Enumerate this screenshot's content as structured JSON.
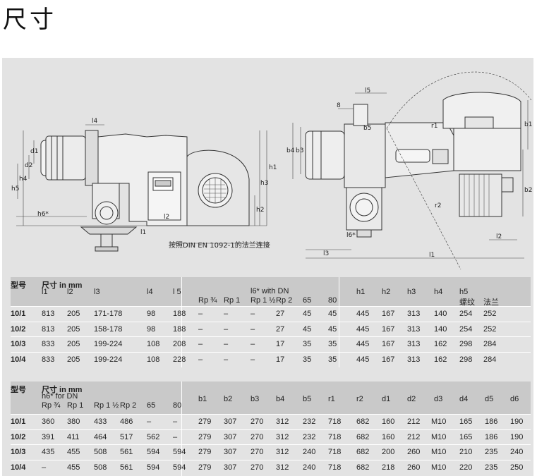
{
  "title": "尺寸",
  "drawing": {
    "flange_note": "按照DIN EN 1092-1的法兰连接",
    "labels_left": [
      "l4",
      "d1",
      "d2",
      "h4",
      "h5",
      "h6*",
      "l2",
      "h1",
      "h3",
      "h2",
      "l1"
    ],
    "labels_right": [
      "l5",
      "8",
      "b5",
      "b4",
      "b3",
      "b1",
      "b2",
      "r1",
      "r2",
      "l6*",
      "l3",
      "l2",
      "l1"
    ]
  },
  "table1": {
    "header": {
      "model": "型号",
      "dims": "尺寸 in mm",
      "l1": "l1",
      "l2": "l2",
      "l3": "l3",
      "l4": "l4",
      "l5": "l 5",
      "l6": "l6* with DN",
      "rp34": "Rp ¾",
      "rp1": "Rp 1",
      "rp1half": "Rp 1 ½",
      "rp2": "Rp 2",
      "dn65": "65",
      "dn80": "80",
      "h1": "h1",
      "h2": "h2",
      "h3": "h3",
      "h4": "h4",
      "h5": "h5",
      "thread": "螺纹",
      "flange": "法兰"
    },
    "rows": [
      {
        "model": "10/1",
        "l1": "813",
        "l2": "205",
        "l3": "171-178",
        "l4": "98",
        "l5": "188",
        "rp34": "–",
        "rp1": "–",
        "rp1half": "–",
        "rp2": "27",
        "dn65": "45",
        "dn80": "45",
        "h1": "445",
        "h2": "167",
        "h3": "313",
        "h4": "140",
        "h5a": "254",
        "h5b": "252"
      },
      {
        "model": "10/2",
        "l1": "813",
        "l2": "205",
        "l3": "158-178",
        "l4": "98",
        "l5": "188",
        "rp34": "–",
        "rp1": "–",
        "rp1half": "–",
        "rp2": "27",
        "dn65": "45",
        "dn80": "45",
        "h1": "445",
        "h2": "167",
        "h3": "313",
        "h4": "140",
        "h5a": "254",
        "h5b": "252"
      },
      {
        "model": "10/3",
        "l1": "833",
        "l2": "205",
        "l3": "199-224",
        "l4": "108",
        "l5": "208",
        "rp34": "–",
        "rp1": "–",
        "rp1half": "–",
        "rp2": "17",
        "dn65": "35",
        "dn80": "35",
        "h1": "445",
        "h2": "167",
        "h3": "313",
        "h4": "162",
        "h5a": "298",
        "h5b": "284"
      },
      {
        "model": "10/4",
        "l1": "833",
        "l2": "205",
        "l3": "199-224",
        "l4": "108",
        "l5": "228",
        "rp34": "–",
        "rp1": "–",
        "rp1half": "–",
        "rp2": "17",
        "dn65": "35",
        "dn80": "35",
        "h1": "445",
        "h2": "167",
        "h3": "313",
        "h4": "162",
        "h5a": "298",
        "h5b": "284"
      }
    ]
  },
  "table2": {
    "header": {
      "model": "型号",
      "dims": "尺寸 in mm",
      "h6": "h6* for DN",
      "rp34": "Rp ¾",
      "rp1": "Rp 1",
      "rp1half": "Rp 1 ½",
      "rp2": "Rp 2",
      "dn65": "65",
      "dn80": "80",
      "b1": "b1",
      "b2": "b2",
      "b3": "b3",
      "b4": "b4",
      "b5": "b5",
      "r1": "r1",
      "r2": "r2",
      "d1": "d1",
      "d2": "d2",
      "d3": "d3",
      "d4": "d4",
      "d5": "d5",
      "d6": "d6"
    },
    "rows": [
      {
        "model": "10/1",
        "rp34": "360",
        "rp1": "380",
        "rp1half": "433",
        "rp2": "486",
        "dn65": "–",
        "dn80": "–",
        "b1": "279",
        "b2": "307",
        "b3": "270",
        "b4": "312",
        "b5": "232",
        "r1": "718",
        "r2": "682",
        "d1": "160",
        "d2": "212",
        "d3": "M10",
        "d4": "165",
        "d5": "186",
        "d6": "190"
      },
      {
        "model": "10/2",
        "rp34": "391",
        "rp1": "411",
        "rp1half": "464",
        "rp2": "517",
        "dn65": "562",
        "dn80": "–",
        "b1": "279",
        "b2": "307",
        "b3": "270",
        "b4": "312",
        "b5": "232",
        "r1": "718",
        "r2": "682",
        "d1": "160",
        "d2": "212",
        "d3": "M10",
        "d4": "165",
        "d5": "186",
        "d6": "190"
      },
      {
        "model": "10/3",
        "rp34": "435",
        "rp1": "455",
        "rp1half": "508",
        "rp2": "561",
        "dn65": "594",
        "dn80": "594",
        "b1": "279",
        "b2": "307",
        "b3": "270",
        "b4": "312",
        "b5": "240",
        "r1": "718",
        "r2": "682",
        "d1": "200",
        "d2": "260",
        "d3": "M10",
        "d4": "210",
        "d5": "235",
        "d6": "240"
      },
      {
        "model": "10/4",
        "rp34": "–",
        "rp1": "455",
        "rp1half": "508",
        "rp2": "561",
        "dn65": "594",
        "dn80": "594",
        "b1": "279",
        "b2": "307",
        "b3": "270",
        "b4": "312",
        "b5": "240",
        "r1": "718",
        "r2": "682",
        "d1": "218",
        "d2": "260",
        "d3": "M10",
        "d4": "220",
        "d5": "235",
        "d6": "250"
      }
    ]
  }
}
